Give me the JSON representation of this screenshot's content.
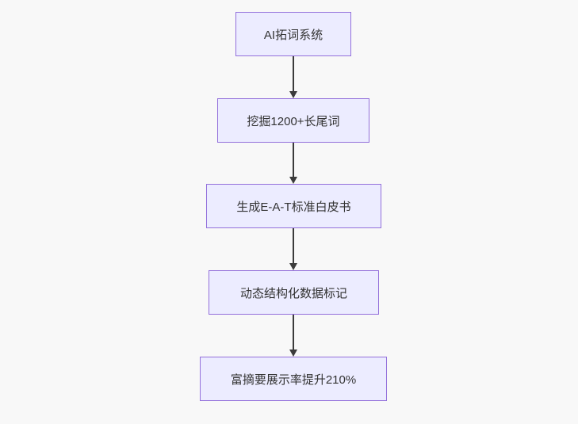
{
  "diagram": {
    "type": "flowchart",
    "direction": "top-down",
    "background_color": "#f8f8f8",
    "node_fill_color": "#ECECFF",
    "node_border_color": "#9370DB",
    "arrow_color": "#3b3b3b",
    "text_color": "#333333"
  },
  "nodes": [
    {
      "label": "AI拓词系统"
    },
    {
      "label": "挖掘1200+长尾词"
    },
    {
      "label": "生成E-A-T标准白皮书"
    },
    {
      "label": "动态结构化数据标记"
    },
    {
      "label": "富摘要展示率提升210%"
    }
  ],
  "edges": [
    {
      "from": "AI拓词系统",
      "to": "挖掘1200+长尾词"
    },
    {
      "from": "挖掘1200+长尾词",
      "to": "生成E-A-T标准白皮书"
    },
    {
      "from": "生成E-A-T标准白皮书",
      "to": "动态结构化数据标记"
    },
    {
      "from": "动态结构化数据标记",
      "to": "富摘要展示率提升210%"
    }
  ]
}
